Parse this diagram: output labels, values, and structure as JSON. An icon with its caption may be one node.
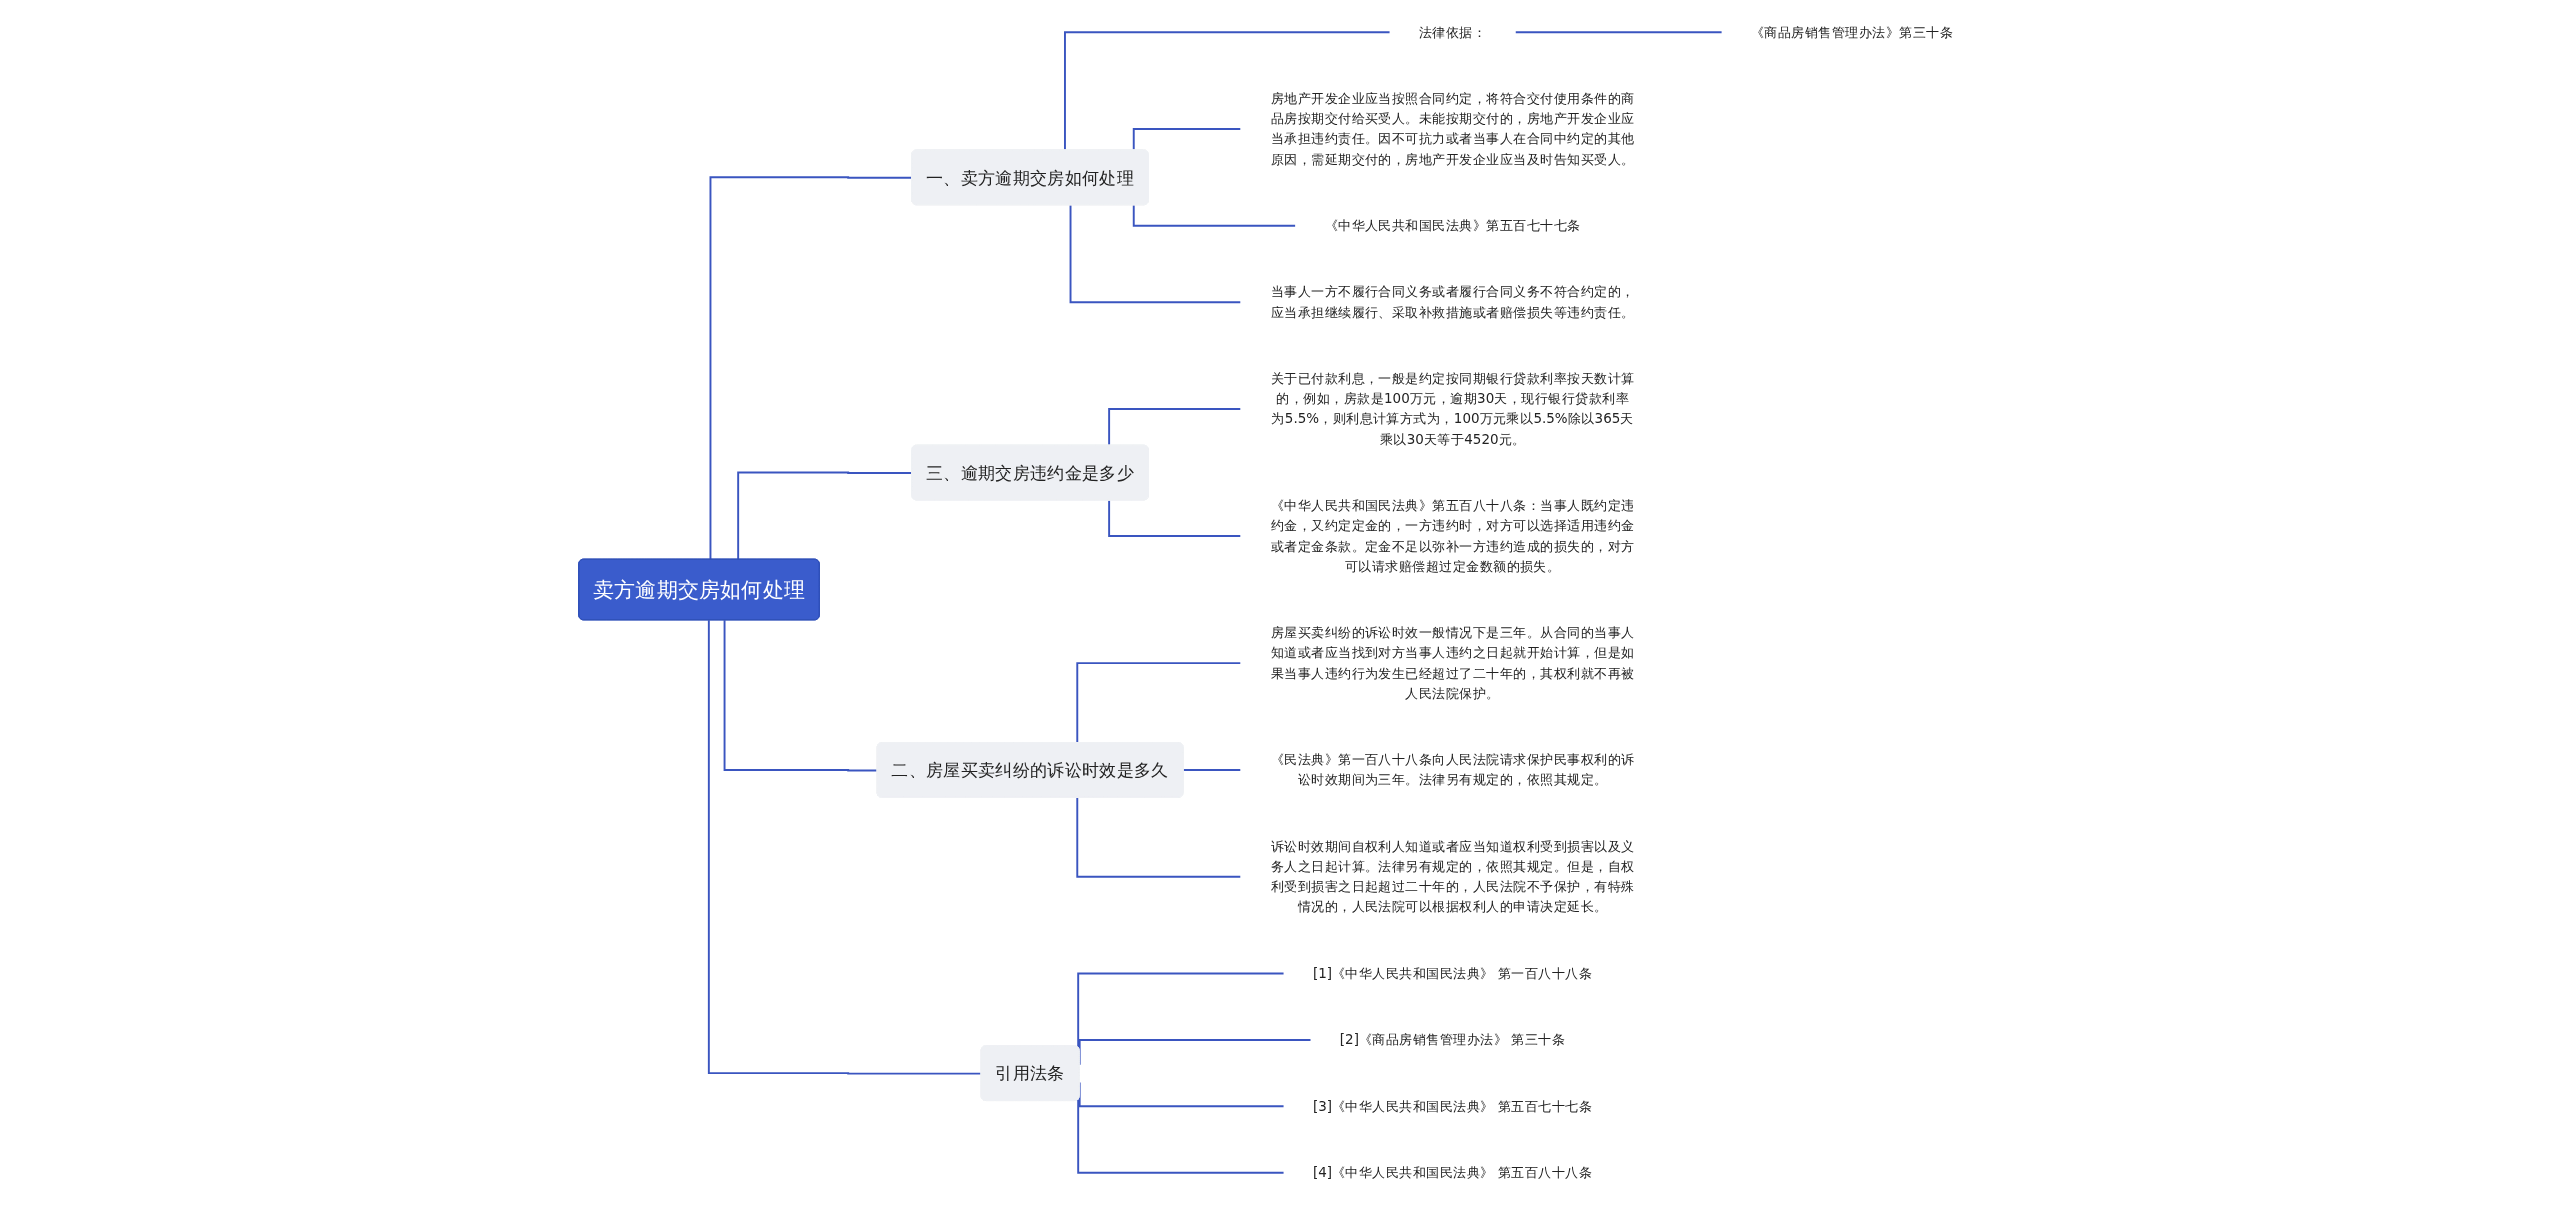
{
  "diagram": {
    "nodes": [
      {
        "text": [
          "卖方逾期交房如何处理"
        ]
      },
      {
        "text": [
          "一、卖方逾期交房如何处理"
        ]
      },
      {
        "text": [
          "法律依据："
        ]
      },
      {
        "text": [
          "《商品房销售管理办法》第三十条"
        ]
      },
      {
        "text": [
          "房地产开发企业应当按照合同约定，将符合交付使用条件的商品房按期交付给买受人。未能按期交付的，房地产开发企业应当承担违约责任。因不可抗力或者当事人在合同中约定的其他原因，需延期交付的，房地产开发企业应当及时告知买受人。"
        ]
      },
      {
        "text": [
          "《中华人民共和国民法典》第五百七十七条"
        ]
      },
      {
        "text": [
          "当事人一方不履行合同义务或者履行合同义务不符合约定的，应当承担继续履行、采取补救措施或者赔偿损失等违约责任。"
        ]
      },
      {
        "text": [
          "三、逾期交房违约金是多少"
        ]
      },
      {
        "text": [
          "关于已付款利息，一般是约定按同期银行贷款利率按天数计算的，例如，房款是100万元，逾期30天，现行银行贷款利率为5.5%，则利息计算方式为，100万元乘以5.5%除以365天乘以30天等于4520元。"
        ]
      },
      {
        "text": [
          "《中华人民共和国民法典》第五百八十八条：当事人既约定违约金，又约定定金的，一方违约时，对方可以选择适用违约金或者定金条款。定金不足以弥补一方违约造成的损失的，对方可以请求赔偿超过定金数额的损失。"
        ]
      },
      {
        "text": [
          "二、房屋买卖纠纷的诉讼时效是多久"
        ]
      },
      {
        "text": [
          "房屋买卖纠纷的诉讼时效一般情况下是三年。从合同的当事人知道或者应当找到对方当事人违约之日起就开始计算，但是如果当事人违约行为发生已经超过了二十年的，其权利就不再被人民法院保护。"
        ]
      },
      {
        "text": [
          "《民法典》第一百八十八条向人民法院请求保护民事权利的诉讼时效期间为三年。法律另有规定的，依照其规定。"
        ]
      },
      {
        "text": [
          "诉讼时效期间自权利人知道或者应当知道权利受到损害以及义务人之日起计算。法律另有规定的，依照其规定。但是，自权利受到损害之日起超过二十年的，人民法院不予保护，有特殊情况的，人民法院可以根据权利人的申请决定延长。"
        ]
      },
      {
        "text": [
          "引用法条"
        ]
      },
      {
        "text": [
          "[1]《中华人民共和国民法典》 第一百八十八条"
        ]
      },
      {
        "text": [
          "[2]《商品房销售管理办法》 第三十条"
        ]
      },
      {
        "text": [
          "[3]《中华人民共和国民法典》 第五百七十七条"
        ]
      },
      {
        "text": [
          "[4]《中华人民共和国民法典》 第五百八十八条"
        ]
      }
    ],
    "edges": [
      {
        "from": 0,
        "to": 1,
        "arrow": "none"
      },
      {
        "from": 1,
        "to": 2,
        "arrow": "none"
      },
      {
        "from": 2,
        "to": 3,
        "arrow": "none"
      },
      {
        "from": 1,
        "to": 4,
        "arrow": "none"
      },
      {
        "from": 1,
        "to": 5,
        "arrow": "none"
      },
      {
        "from": 1,
        "to": 6,
        "arrow": "none"
      },
      {
        "from": 0,
        "to": 7,
        "arrow": "none"
      },
      {
        "from": 7,
        "to": 8,
        "arrow": "none"
      },
      {
        "from": 7,
        "to": 9,
        "arrow": "none"
      },
      {
        "from": 0,
        "to": 10,
        "arrow": "none"
      },
      {
        "from": 10,
        "to": 11,
        "arrow": "none"
      },
      {
        "from": 10,
        "to": 12,
        "arrow": "none"
      },
      {
        "from": 10,
        "to": 13,
        "arrow": "none"
      },
      {
        "from": 0,
        "to": 14,
        "arrow": "none"
      },
      {
        "from": 14,
        "to": 15,
        "arrow": "none"
      },
      {
        "from": 14,
        "to": 16,
        "arrow": "none"
      },
      {
        "from": 14,
        "to": 17,
        "arrow": "none"
      },
      {
        "from": 14,
        "to": 18,
        "arrow": "none"
      }
    ]
  }
}
